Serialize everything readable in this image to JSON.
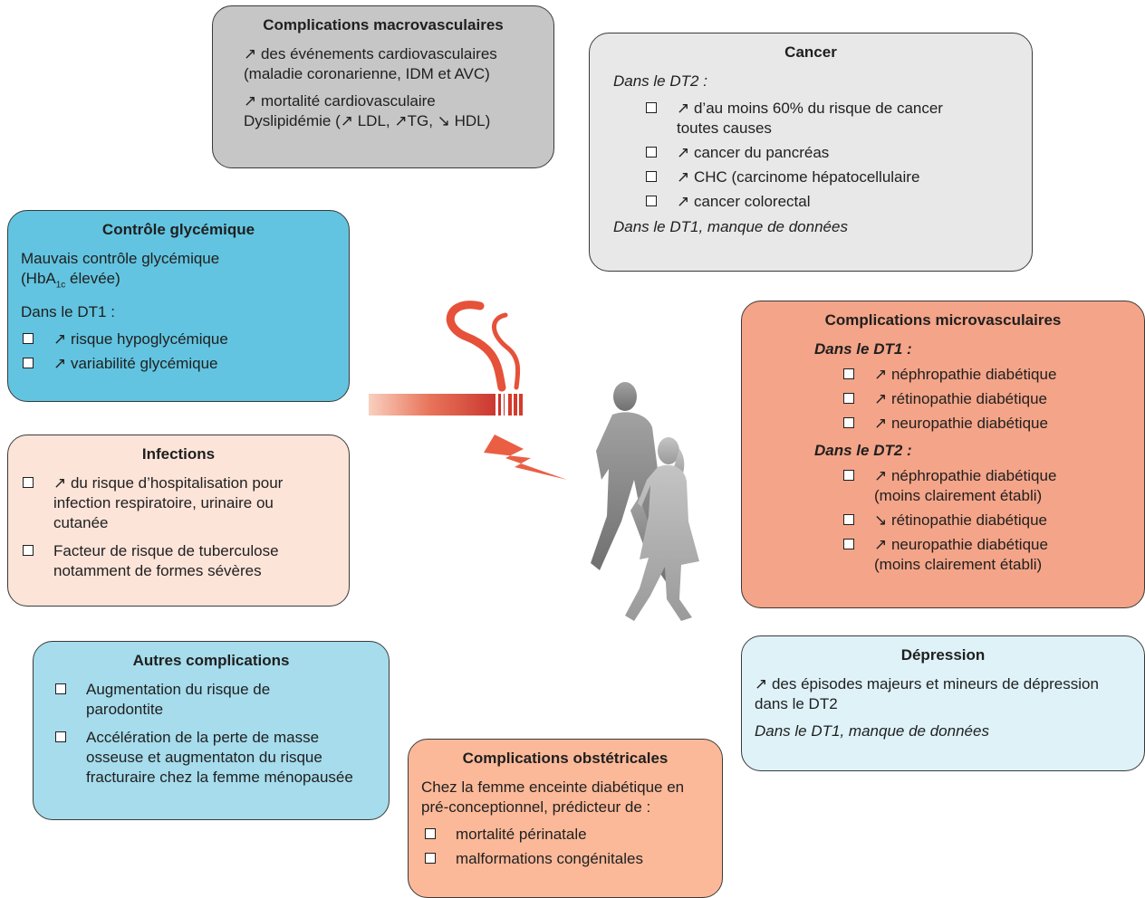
{
  "macro": {
    "title": "Complications macrovasculaires",
    "lines": [
      "↗ des événements cardiovasculaires (maladie coronarienne, IDM et AVC)",
      "↗ mortalité cardiovasculaire",
      "Dyslipidémie (↗ LDL,  ↗TG,  ↘ HDL)"
    ]
  },
  "cancer": {
    "title": "Cancer",
    "intro": "Dans le DT2 :",
    "items": [
      "↗ d’au moins 60% du risque de cancer toutes causes",
      "↗ cancer du pancréas",
      "↗ CHC (carcinome hépatocellulaire",
      "↗ cancer colorectal"
    ],
    "outro": "Dans le DT1, manque de données"
  },
  "glycemic": {
    "title": "Contrôle glycémique",
    "line1": "Mauvais contrôle glycémique",
    "line2_pre": "(HbA",
    "line2_sub": "1c",
    "line2_post": " élevée)",
    "dt1": "Dans le DT1 :",
    "items": [
      "↗ risque hypoglycémique",
      "↗ variabilité glycémique"
    ]
  },
  "micro": {
    "title": "Complications microvasculaires",
    "dt1_label": "Dans le DT1 :",
    "dt1_items": [
      "↗ néphropathie diabétique",
      "↗ rétinopathie diabétique",
      "↗ neuropathie diabétique"
    ],
    "dt2_label": "Dans le DT2 :",
    "dt2_items": [
      "↗ néphropathie diabétique (moins clairement établi)",
      "↘ rétinopathie diabétique",
      "↗ neuropathie diabétique (moins clairement établi)"
    ]
  },
  "infections": {
    "title": "Infections",
    "items": [
      "↗ du risque d’hospitalisation pour infection respiratoire, urinaire ou cutanée",
      "Facteur de risque de tuberculose notamment de formes sévères"
    ]
  },
  "depression": {
    "title": "Dépression",
    "line": "↗ des épisodes majeurs et mineurs de dépression dans le DT2",
    "outro": "Dans le DT1, manque de données"
  },
  "autres": {
    "title": "Autres complications",
    "items": [
      "Augmentation du risque de parodontite",
      "Accélération de la perte de masse osseuse et augmentaton du risque fracturaire chez la femme ménopausée"
    ]
  },
  "obstetric": {
    "title": "Complications obstétricales",
    "intro": "Chez la femme enceinte diabétique en pré-conceptionnel, prédicteur de :",
    "items": [
      "mortalité périnatale",
      "malformations congénitales"
    ]
  }
}
